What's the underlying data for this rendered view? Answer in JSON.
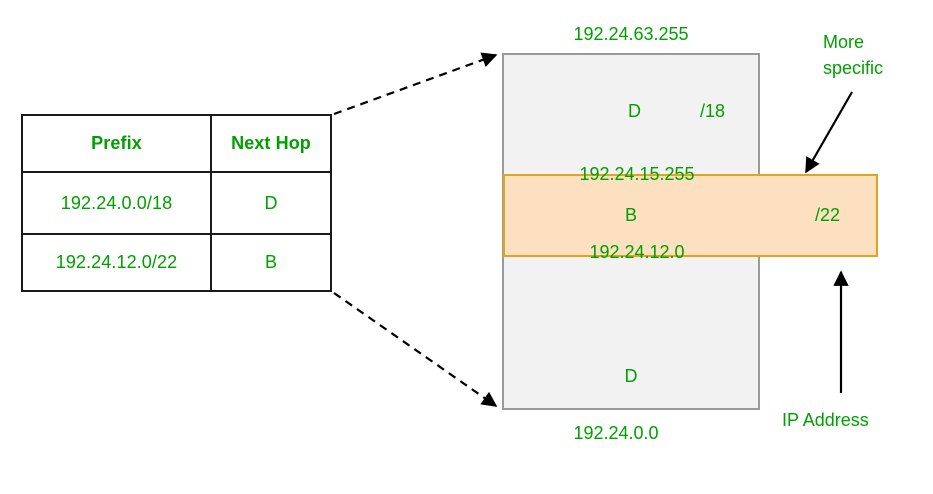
{
  "diagram": {
    "title": "Longest prefix match / more specific route",
    "colors": {
      "text_green": "#00a000",
      "box_fill": "#f2f2f2",
      "box_border": "#9a9a9a",
      "band_fill": "#fce0c0",
      "band_border": "#e0a520",
      "table_border": "#1a1a1a",
      "arrow": "#000000"
    }
  },
  "table": {
    "headers": [
      "Prefix",
      "Next Hop"
    ],
    "rows": [
      {
        "prefix": "192.24.0.0/18",
        "next_hop": "D"
      },
      {
        "prefix": "192.24.12.0/22",
        "next_hop": "B"
      }
    ]
  },
  "address_space": {
    "top_label": "192.24.63.255",
    "bottom_label": "192.24.0.0",
    "upper_region": {
      "next_hop": "D",
      "prefix_len": "/18"
    },
    "band": {
      "top_label": "192.24.15.255",
      "bottom_label": "192.24.12.0",
      "next_hop": "B",
      "prefix_len": "/22"
    },
    "lower_region": {
      "next_hop": "D"
    }
  },
  "annotations": {
    "more_specific": "More specific",
    "ip_address": "IP Address"
  }
}
